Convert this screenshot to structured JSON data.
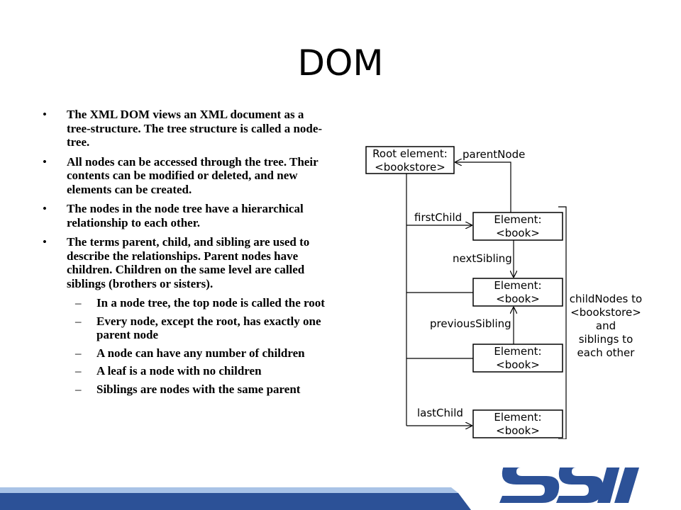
{
  "title": "DOM",
  "bullets": [
    "The XML DOM views an XML document as a tree-structure.  The tree structure is called a node-tree.",
    "All nodes can be accessed through the tree. Their contents can be modified or deleted, and new elements can be created.",
    "The nodes in the node tree have a hierarchical relationship to each other.",
    "The terms parent, child, and sibling are used to describe the relationships. Parent nodes have children. Children on the same level are called siblings (brothers or sisters)."
  ],
  "sub_bullets": [
    "In a node tree, the top node is called the root",
    "Every node, except the root, has exactly one parent node",
    "A node can have any number of children",
    "A leaf is a node with no children",
    "Siblings are nodes with the same parent"
  ],
  "markers": {
    "bullet": "•",
    "sub": "–"
  },
  "diagram": {
    "root_line1": "Root element:",
    "root_line2": "<bookstore>",
    "element_line1": "Element:",
    "element_line2": "<book>",
    "parent_node": "parentNode",
    "first_child": "firstChild",
    "next_sibling": "nextSibling",
    "previous_sibling": "previousSibling",
    "last_child": "lastChild",
    "child_nodes_1": "childNodes to",
    "child_nodes_2": "<bookstore>",
    "child_nodes_3": "and",
    "child_nodes_4": "siblings to",
    "child_nodes_5": "each other"
  },
  "colors": {
    "footer_blue": "#2c5197",
    "footer_light": "#a9c3e6",
    "logo_blue": "#2c5197"
  }
}
